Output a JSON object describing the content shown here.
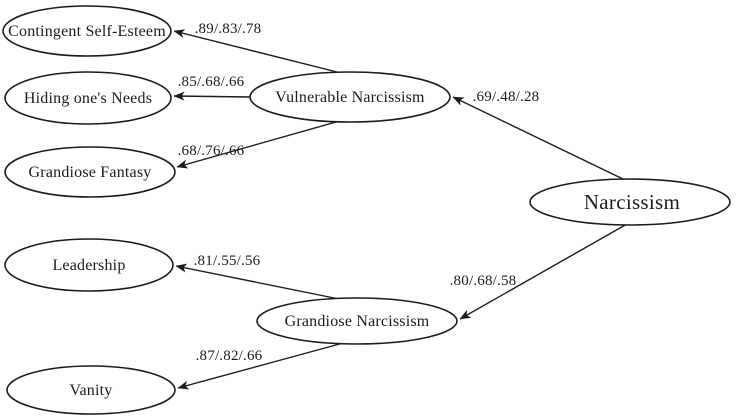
{
  "diagram": {
    "kind": "latent-factor path model",
    "colors": {
      "background": "#ffffff",
      "stroke": "#1b1b1b",
      "text": "#1b1b1b"
    },
    "nodes": [
      {
        "id": "contingent-self-esteem",
        "label": "Contingent Self-Esteem"
      },
      {
        "id": "hiding-ones-needs",
        "label": "Hiding one's Needs"
      },
      {
        "id": "grandiose-fantasy",
        "label": "Grandiose Fantasy"
      },
      {
        "id": "leadership",
        "label": "Leadership"
      },
      {
        "id": "vanity",
        "label": "Vanity"
      },
      {
        "id": "vulnerable-narcissism",
        "label": "Vulnerable Narcissism"
      },
      {
        "id": "grandiose-narcissism",
        "label": "Grandiose Narcissism"
      },
      {
        "id": "narcissism",
        "label": "Narcissism"
      }
    ],
    "edges": [
      {
        "from": "vulnerable-narcissism",
        "to": "contingent-self-esteem",
        "label": ".89/.83/.78"
      },
      {
        "from": "vulnerable-narcissism",
        "to": "hiding-ones-needs",
        "label": ".85/.68/.66"
      },
      {
        "from": "vulnerable-narcissism",
        "to": "grandiose-fantasy",
        "label": ".68/.76/.66"
      },
      {
        "from": "narcissism",
        "to": "vulnerable-narcissism",
        "label": ".69/.48/.28"
      },
      {
        "from": "grandiose-narcissism",
        "to": "leadership",
        "label": ".81/.55/.56"
      },
      {
        "from": "grandiose-narcissism",
        "to": "vanity",
        "label": ".87/.82/.66"
      },
      {
        "from": "narcissism",
        "to": "grandiose-narcissism",
        "label": ".80/.68/.58"
      }
    ]
  }
}
